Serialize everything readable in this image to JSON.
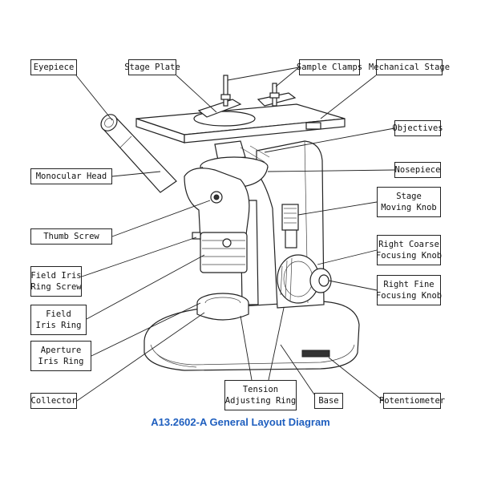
{
  "labels": {
    "eyepiece": [
      "Eyepiece"
    ],
    "stage_plate": [
      "Stage Plate"
    ],
    "sample_clamps": [
      "Sample Clamps"
    ],
    "mechanical_stage": [
      "Mechanical Stage"
    ],
    "objectives": [
      "Objectives"
    ],
    "monocular_head": [
      "Monocular Head"
    ],
    "nosepiece": [
      "Nosepiece"
    ],
    "stage_moving_knob": [
      "Stage",
      "Moving Knob"
    ],
    "thumb_screw": [
      "Thumb Screw"
    ],
    "right_coarse": [
      "Right Coarse",
      "Focusing Knob"
    ],
    "field_iris_ring_screw": [
      "Field Iris",
      "Ring Screw"
    ],
    "right_fine": [
      "Right Fine",
      "Focusing Knob"
    ],
    "field_iris_ring": [
      "Field",
      "Iris Ring"
    ],
    "aperture_iris_ring": [
      "Aperture",
      "Iris Ring"
    ],
    "tension_adjusting_ring": [
      "Tension",
      "Adjusting Ring"
    ],
    "collector": [
      "Collector"
    ],
    "base": [
      "Base"
    ],
    "potentiometer": [
      "Potentiometer"
    ]
  },
  "caption": "A13.2602-A General Layout Diagram",
  "colors": {
    "caption": "#1f5fbf",
    "line": "#222222"
  }
}
